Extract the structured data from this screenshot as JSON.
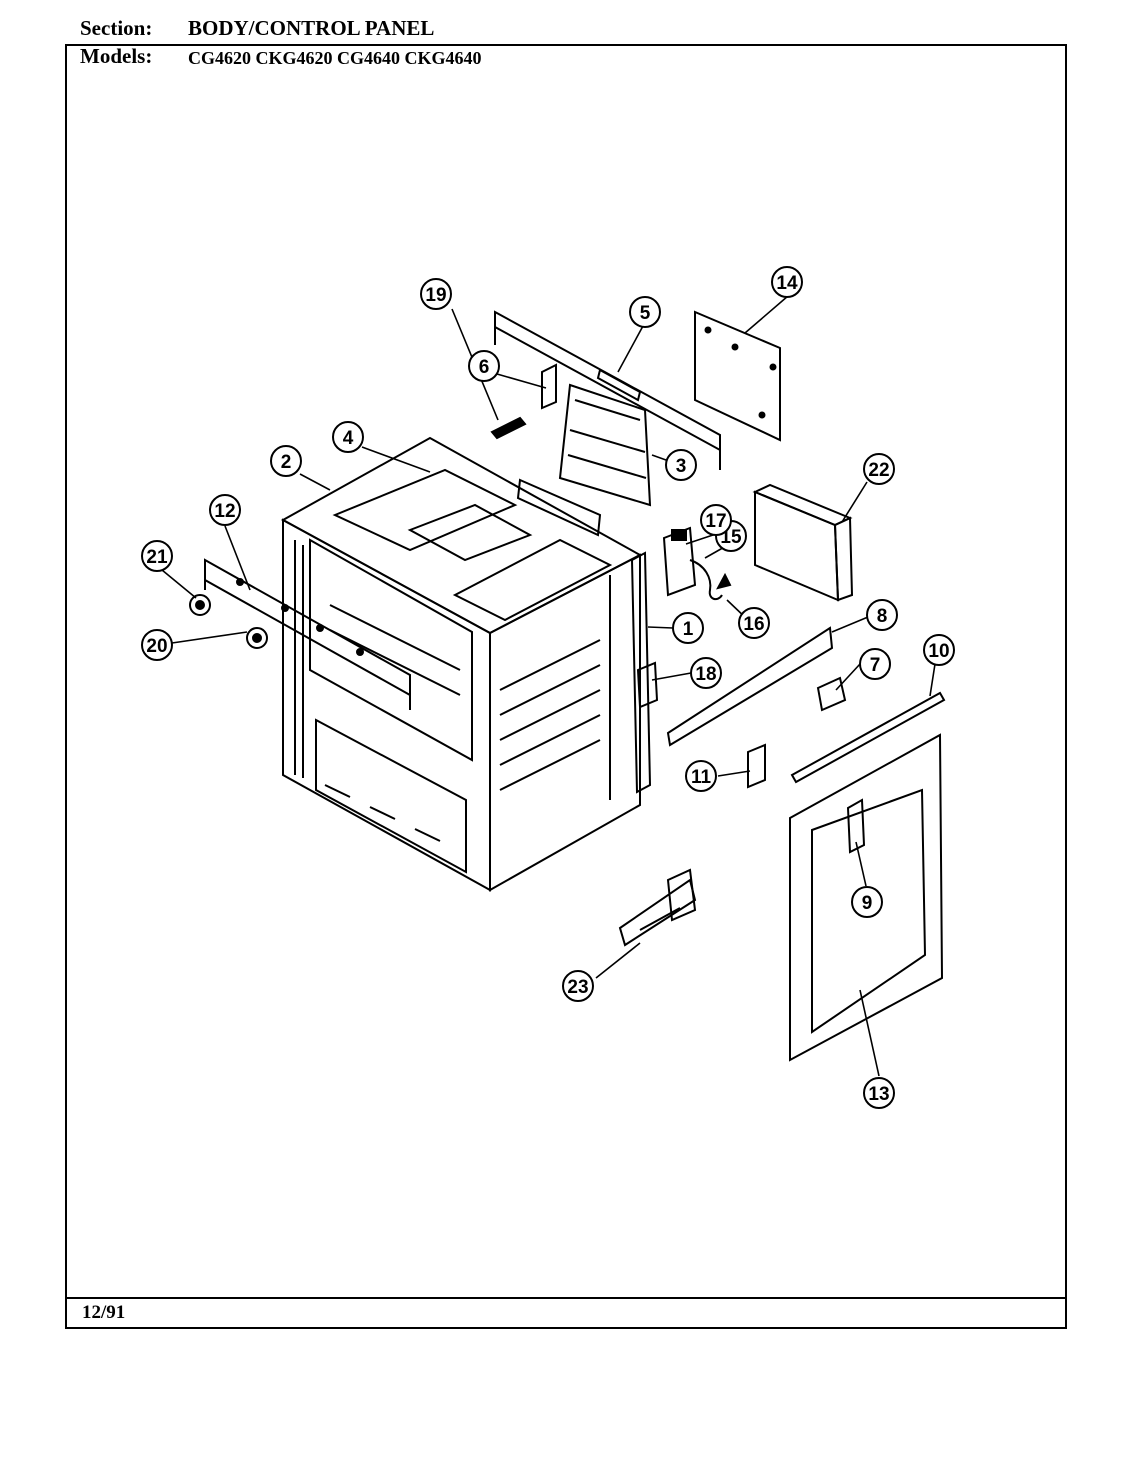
{
  "header": {
    "section_label": "Section:",
    "section_value": "BODY/CONTROL PANEL",
    "models_label": "Models:",
    "models_value": "CG4620  CKG4620  CG4640  CKG4640"
  },
  "footer": {
    "date": "12/91"
  },
  "callouts": [
    "1",
    "2",
    "3",
    "4",
    "5",
    "6",
    "7",
    "8",
    "9",
    "10",
    "11",
    "12",
    "13",
    "14",
    "15",
    "16",
    "17",
    "18",
    "19",
    "20",
    "21",
    "22",
    "23"
  ]
}
